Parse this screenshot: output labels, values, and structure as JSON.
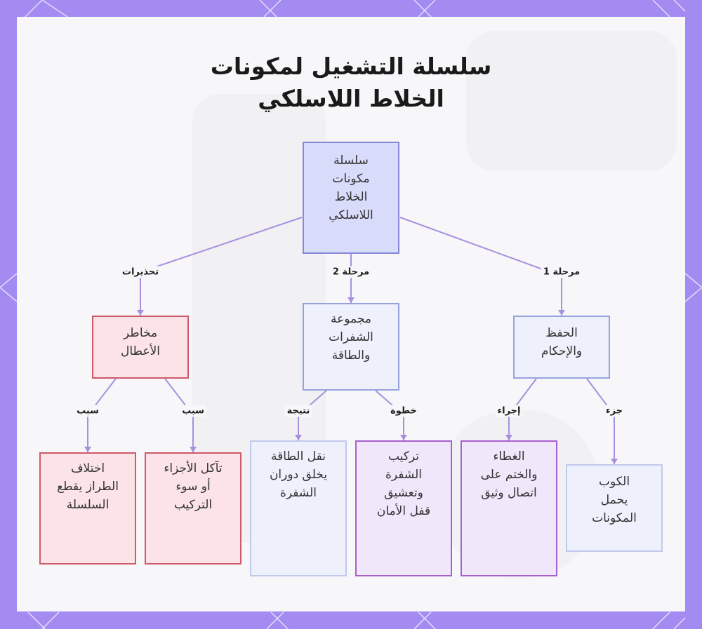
{
  "title": "سلسلة التشغيل لمكونات الخلاط اللاسلكي",
  "colors": {
    "frame": "#a48bf2",
    "edge": "#a890de",
    "root_fill": "#d9dbfa",
    "warning_fill": "#fbe3e8",
    "step_fill": "#f1e7fb"
  },
  "nodes": {
    "root": "سلسلة\nمكونات\nالخلاط\nاللاسلكي",
    "preserve": "الحفظ\nوالإحكام",
    "blades": "مجموعة\nالشفرات\nوالطاقة",
    "risks": "مخاطر\nالأعطال",
    "cup": "الكوب\nيحمل\nالمكونات",
    "lid": "الغطاء\nوالختم على\nاتصال وثيق",
    "install": "تركيب\nالشفرة\nوتعشيق\nقفل الأمان",
    "power": "نقل الطاقة\nيخلق دوران\nالشفرة",
    "wear": "تآكل الأجزاء\nأو سوء\nالتركيب",
    "mismatch": "اختلاف\nالطراز يقطع\nالسلسلة"
  },
  "edge_labels": {
    "stage1": "مرحلة 1",
    "stage2": "مرحلة 2",
    "warnings": "تحذيرات",
    "part": "جزء",
    "action": "إجراء",
    "step": "خطوة",
    "result": "نتيجة",
    "cause_a": "سبب",
    "cause_b": "سبب"
  }
}
